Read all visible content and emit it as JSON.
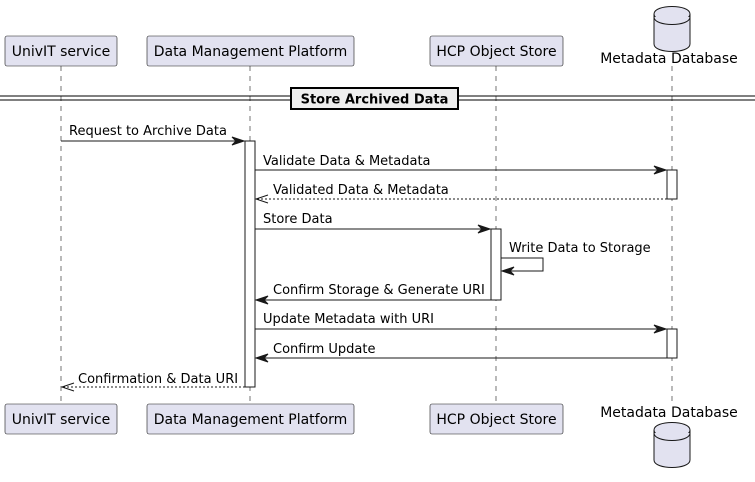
{
  "participants": {
    "univit": "UnivIT service",
    "dmp": "Data Management Platform",
    "hcp": "HCP Object Store",
    "metadata_db": "Metadata Database"
  },
  "section": {
    "title": "Store Archived Data"
  },
  "messages": [
    {
      "from": "univit",
      "to": "dmp",
      "label": "Request to Archive Data",
      "style": "solid"
    },
    {
      "from": "dmp",
      "to": "metadata_db",
      "label": "Validate Data & Metadata",
      "style": "solid"
    },
    {
      "from": "metadata_db",
      "to": "dmp",
      "label": "Validated Data & Metadata",
      "style": "dashed"
    },
    {
      "from": "dmp",
      "to": "hcp",
      "label": "Store Data",
      "style": "solid"
    },
    {
      "from": "hcp",
      "to": "hcp",
      "label": "Write Data to Storage",
      "style": "solid"
    },
    {
      "from": "hcp",
      "to": "dmp",
      "label": "Confirm Storage & Generate URI",
      "style": "solid"
    },
    {
      "from": "dmp",
      "to": "metadata_db",
      "label": "Update Metadata with URI",
      "style": "solid"
    },
    {
      "from": "metadata_db",
      "to": "dmp",
      "label": "Confirm Update",
      "style": "solid"
    },
    {
      "from": "dmp",
      "to": "univit",
      "label": "Confirmation & Data URI",
      "style": "dashed"
    }
  ],
  "colors": {
    "participant_fill": "#e2e2f0",
    "stroke": "#181818",
    "divider_fill": "#eeeeee"
  }
}
